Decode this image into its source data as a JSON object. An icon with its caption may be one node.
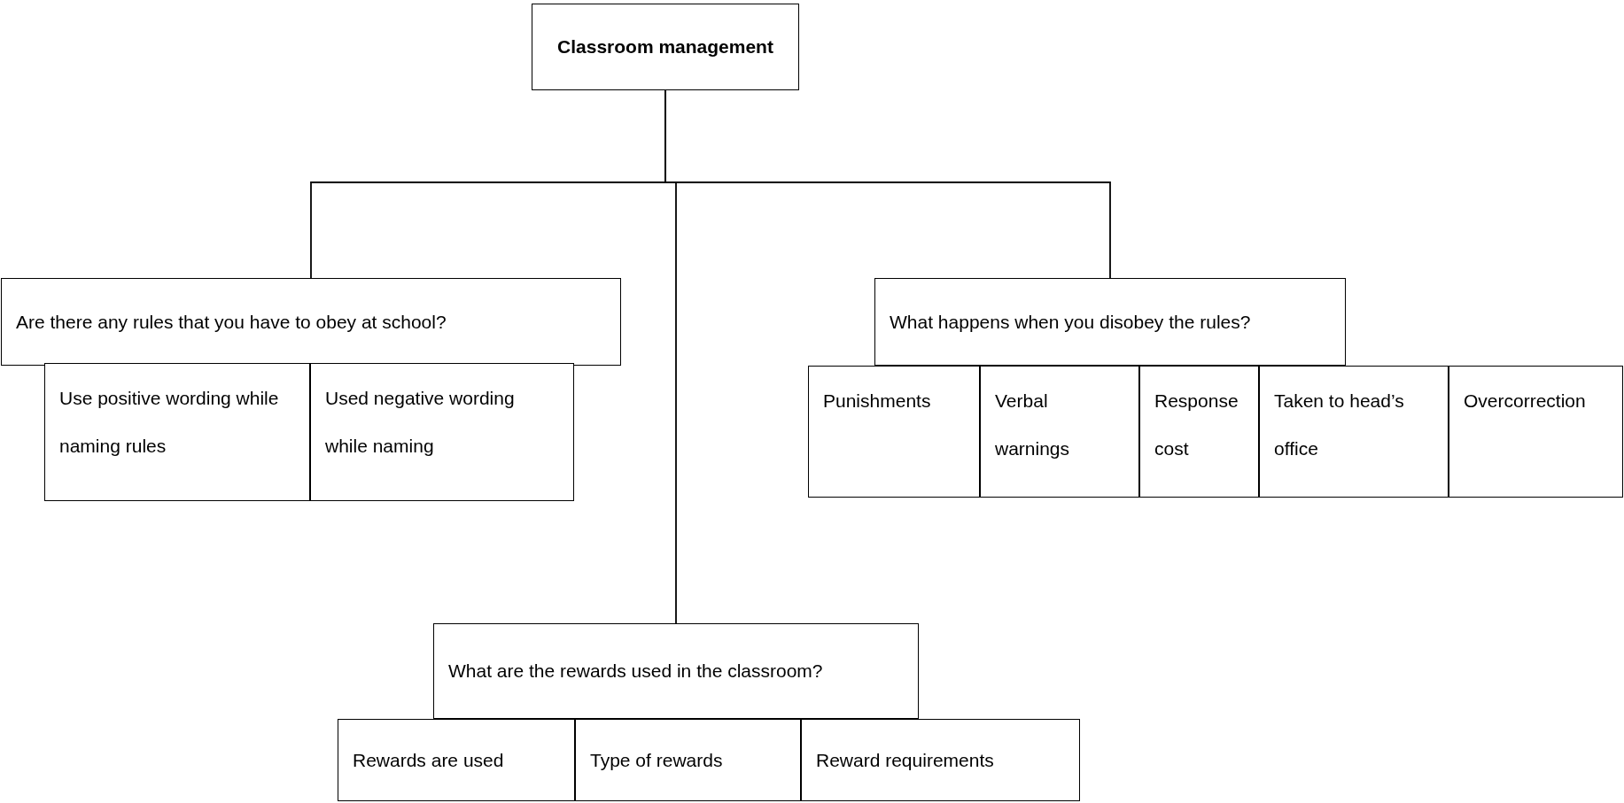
{
  "diagram": {
    "nodes": [
      {
        "text": [
          "Classroom management"
        ]
      },
      {
        "text": [
          "Are there any rules that you have to obey at school?"
        ]
      },
      {
        "text": [
          "Use positive wording while naming rules"
        ]
      },
      {
        "text": [
          "Used negative wording while naming"
        ]
      },
      {
        "text": [
          "What happens when you disobey the rules?"
        ]
      },
      {
        "text": [
          "Punishments"
        ]
      },
      {
        "text": [
          "Verbal warnings"
        ]
      },
      {
        "text": [
          "Response cost"
        ]
      },
      {
        "text": [
          "Taken to head’s office"
        ]
      },
      {
        "text": [
          "Overcorrection"
        ]
      },
      {
        "text": [
          "What are the rewards used in the classroom?"
        ]
      },
      {
        "text": [
          "Rewards are used"
        ]
      },
      {
        "text": [
          "Type of rewards"
        ]
      },
      {
        "text": [
          "Reward requirements"
        ]
      }
    ],
    "edges": [
      {
        "from": 0,
        "to": 1,
        "arrow": "none"
      },
      {
        "from": 0,
        "to": 4,
        "arrow": "none"
      },
      {
        "from": 0,
        "to": 10,
        "arrow": "none"
      }
    ]
  }
}
